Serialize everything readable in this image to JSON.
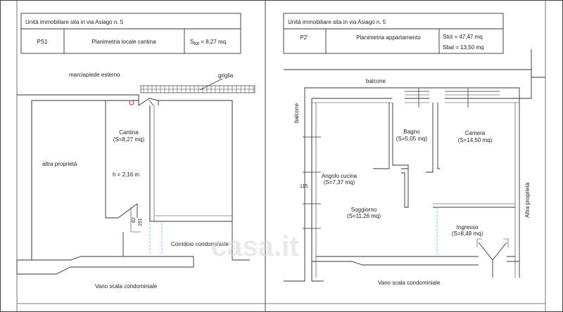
{
  "left_plan": {
    "header_title": "Unità immobiliare sita in via Asiago n. 5",
    "code": "PS1",
    "plan_title": "Planimetria locale cantina",
    "area_prefix": "S",
    "area_sub": "tot",
    "area_value": " = 8,27 mq",
    "labels": {
      "sidewalk": "marciapiede esterno",
      "grate": "griglia",
      "other_property": "altra proprietà",
      "room_name": "Cantina",
      "room_area": "(S=8,27 mq)",
      "height": "h = 2,16 m",
      "corridor": "Corridoio condominiale",
      "stair": "Vano scala condominiale",
      "door_dim_top": "82",
      "door_dim_bottom": "191"
    }
  },
  "right_plan": {
    "header_title": "Unità immobiliare sita in via Asiago n. 5",
    "code": "P2'",
    "plan_title": "Planimetria appartamento",
    "area_total": "Stot = 47,47 mq",
    "area_balcony": "Sbal = 13,50 mq",
    "labels": {
      "balcony_top": "balcone",
      "balcony_side": "balcone",
      "other_property": "Altra proprietà",
      "bath_name": "Bagno",
      "bath_area": "(S=5,05 mq)",
      "bedroom_name": "Camera",
      "bedroom_area": "(S=14,50 mq)",
      "kitchen_name": "Angolo cucina",
      "kitchen_area": "(S=7,37 mq)",
      "living_name": "Soggiorno",
      "living_area": "(S=11,26 mq)",
      "entrance_name": "Ingresso",
      "entrance_area": "(S=8,49 mq)",
      "stair": "Vano scala condominiale",
      "dim_115": "115"
    }
  },
  "watermark": "casa.it",
  "colors": {
    "line": "#333333",
    "dashed": "#5bc8e0",
    "marker": "#cc2222"
  }
}
